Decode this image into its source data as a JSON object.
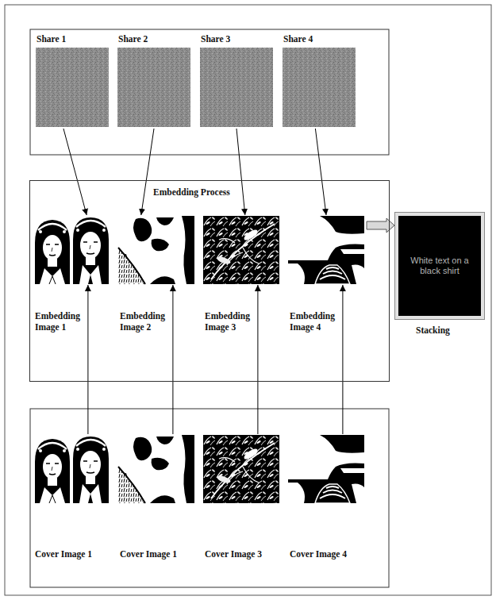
{
  "diagram": {
    "nodes": [
      {
        "text": [
          "Share 1"
        ]
      },
      {
        "text": [
          "Share 2"
        ]
      },
      {
        "text": [
          "Share 3"
        ]
      },
      {
        "text": [
          "Share 4"
        ]
      },
      {
        "text": [
          "Embedding Process"
        ]
      },
      {
        "text": [
          "Embedding Image 1"
        ],
        "in": 4
      },
      {
        "text": [
          "Embedding Image 2"
        ],
        "in": 4
      },
      {
        "text": [
          "Embedding Image 3"
        ],
        "in": 4
      },
      {
        "text": [
          "Embedding Image 4"
        ],
        "in": 4
      },
      {
        "text": [
          "White text on a black shirt",
          "Stacking"
        ]
      },
      {
        "text": [
          "Cover Image 1"
        ]
      },
      {
        "text": [
          "Cover Image 1"
        ]
      },
      {
        "text": [
          "Cover Image 3"
        ]
      },
      {
        "text": [
          "Cover Image 4"
        ]
      }
    ],
    "edges": [
      {
        "from": 0,
        "to": 5,
        "arrow": "to"
      },
      {
        "from": 1,
        "to": 6,
        "arrow": "to"
      },
      {
        "from": 2,
        "to": 7,
        "arrow": "to"
      },
      {
        "from": 3,
        "to": 8,
        "arrow": "to"
      },
      {
        "from": 10,
        "to": 5,
        "arrow": "to"
      },
      {
        "from": 11,
        "to": 6,
        "arrow": "to"
      },
      {
        "from": 12,
        "to": 7,
        "arrow": "to"
      },
      {
        "from": 13,
        "to": 8,
        "arrow": "to"
      },
      {
        "from": 8,
        "to": 9,
        "arrow": "to"
      }
    ]
  }
}
